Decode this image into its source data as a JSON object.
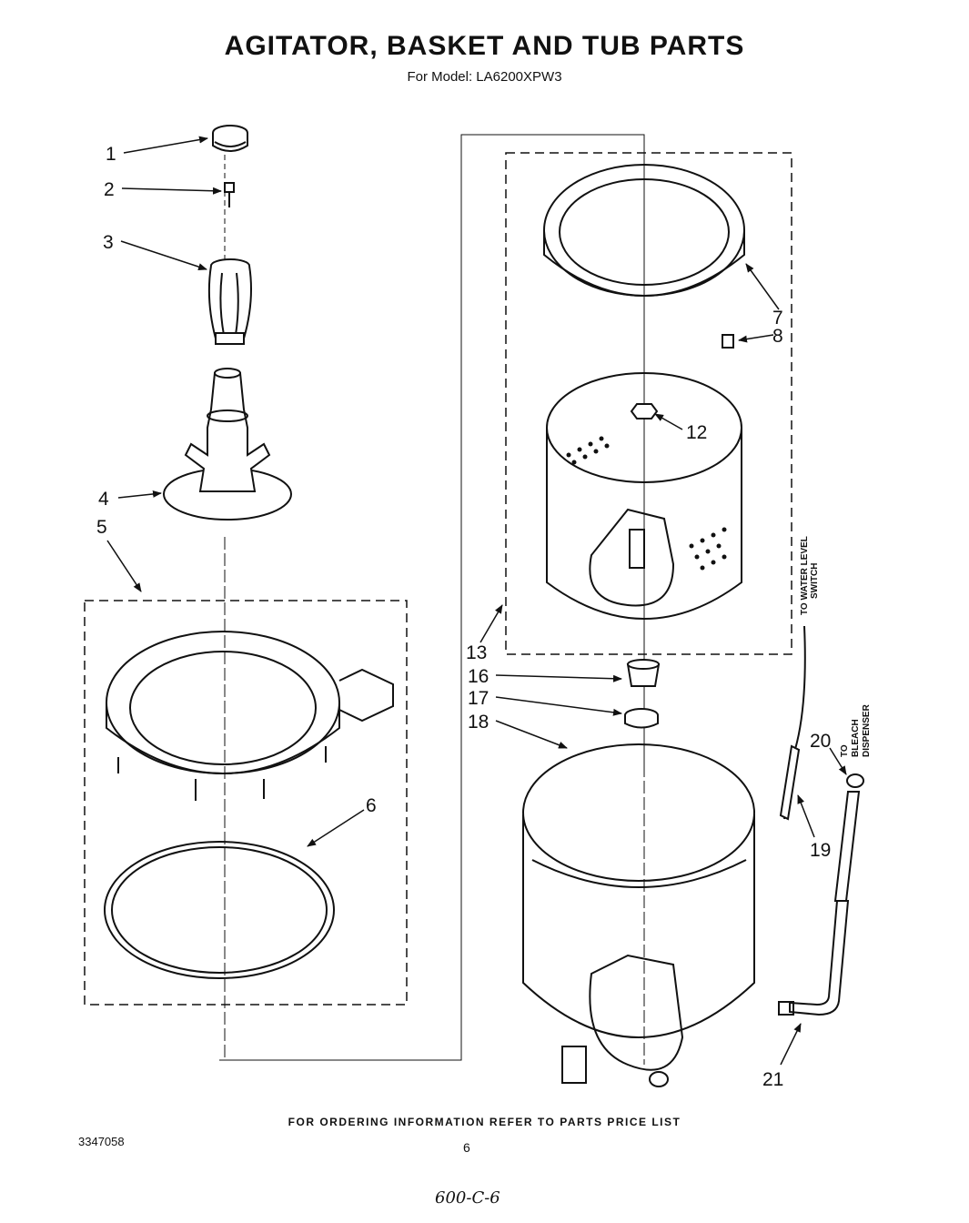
{
  "header": {
    "title": "AGITATOR, BASKET AND TUB PARTS",
    "subtitle": "For Model: LA6200XPW3"
  },
  "callouts": [
    {
      "id": "1",
      "label": "1"
    },
    {
      "id": "2",
      "label": "2"
    },
    {
      "id": "3",
      "label": "3"
    },
    {
      "id": "4",
      "label": "4"
    },
    {
      "id": "5",
      "label": "5"
    },
    {
      "id": "6",
      "label": "6"
    },
    {
      "id": "7",
      "label": "7"
    },
    {
      "id": "8",
      "label": "8"
    },
    {
      "id": "12",
      "label": "12"
    },
    {
      "id": "13",
      "label": "13"
    },
    {
      "id": "16",
      "label": "16"
    },
    {
      "id": "17",
      "label": "17"
    },
    {
      "id": "18",
      "label": "18"
    },
    {
      "id": "19",
      "label": "19"
    },
    {
      "id": "20",
      "label": "20"
    },
    {
      "id": "21",
      "label": "21"
    }
  ],
  "hose_labels": {
    "water_level_line1": "TO WATER LEVEL",
    "water_level_line2": "SWITCH",
    "bleach_line1": "TO",
    "bleach_line2": "BLEACH",
    "bleach_line3": "DISPENSER"
  },
  "footer": {
    "ordering_note": "FOR ORDERING INFORMATION REFER TO PARTS PRICE LIST",
    "doc_number": "3347058",
    "page_number": "6",
    "handwritten_code": "600-C-6"
  }
}
